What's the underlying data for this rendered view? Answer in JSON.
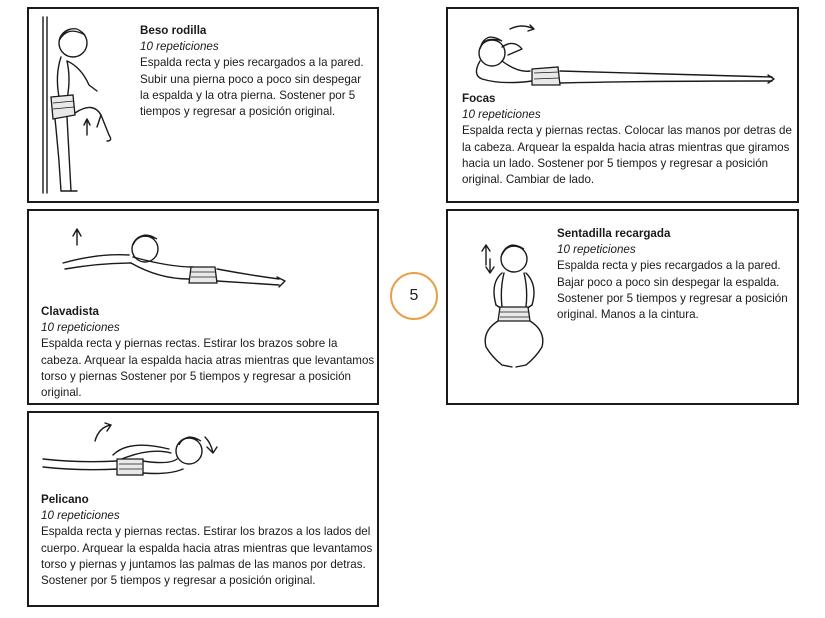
{
  "page_number": "5",
  "exercises": [
    {
      "title": "Beso rodilla",
      "reps": "10 repeticiones",
      "description": "Espalda recta y pies recargados a la pared. Subir una pierna poco a poco sin despegar la espalda y la otra pierna. Sostener por 5 tiempos y regresar a posición original."
    },
    {
      "title": "Focas",
      "reps": "10 repeticiones",
      "description": "Espalda recta y piernas rectas. Colocar las manos por detras de la cabeza. Arquear la espalda hacia atras mientras que giramos hacia un lado. Sostener por 5 tiempos y regresar a posición original. Cambiar de lado."
    },
    {
      "title": "Clavadista",
      "reps": "10 repeticiones",
      "description": "Espalda recta y piernas rectas. Estirar los brazos sobre la cabeza. Arquear la espalda hacia atras mientras que levantamos torso y piernas Sostener por 5 tiempos y regresar a posición original."
    },
    {
      "title": "Sentadilla recargada",
      "reps": "10 repeticiones",
      "description": "Espalda recta y pies recargados a la pared. Bajar poco a poco sin despegar la espalda. Sostener por 5 tiempos y regresar a posición original. Manos a la cintura."
    },
    {
      "title": "Pelicano",
      "reps": "10 repeticiones",
      "description": "Espalda recta y piernas rectas. Estirar los brazos a los lados del cuerpo. Arquear la espalda hacia atras mientras que levantamos torso y piernas y juntamos las palmas de las manos por detras. Sostener por 5 tiempos y regresar a posición original."
    }
  ]
}
